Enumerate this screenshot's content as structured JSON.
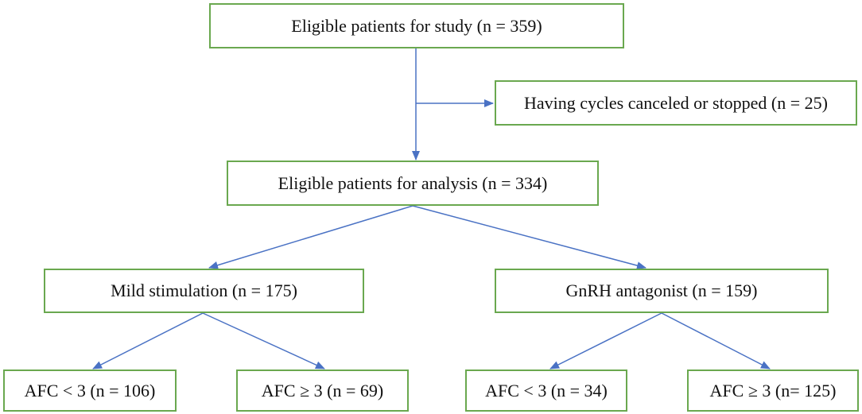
{
  "nodes": {
    "eligible_study": "Eligible patients for study (n = 359)",
    "excluded": "Having cycles canceled or stopped (n  = 25)",
    "eligible_analysis": "Eligible patients for analysis (n = 334)",
    "mild": "Mild stimulation (n = 175)",
    "gnrh": "GnRH antagonist (n = 159)",
    "mild_afc_lt3": "AFC < 3 (n = 106)",
    "mild_afc_ge3": "AFC ≥ 3 (n = 69)",
    "gnrh_afc_lt3": "AFC < 3 (n = 34)",
    "gnrh_afc_ge3": "AFC ≥ 3 (n= 125)"
  },
  "colors": {
    "box_border": "#6aa84f",
    "arrow": "#4a72c4",
    "text": "#111111"
  }
}
